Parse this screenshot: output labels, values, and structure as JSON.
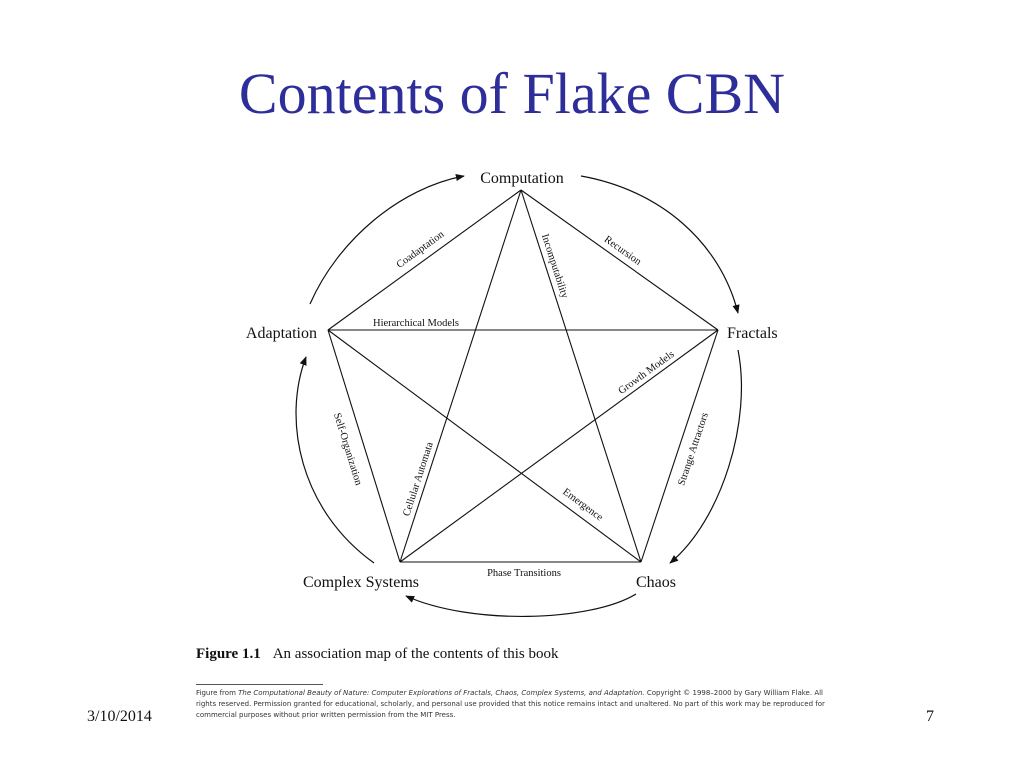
{
  "slide": {
    "title": "Contents of Flake CBN",
    "date": "3/10/2014",
    "page_number": "7"
  },
  "diagram": {
    "nodes": {
      "computation": "Computation",
      "fractals": "Fractals",
      "chaos": "Chaos",
      "complex_systems": "Complex Systems",
      "adaptation": "Adaptation"
    },
    "edges": {
      "recursion": "Recursion",
      "strange_attractors": "Strange Attractors",
      "phase_transitions": "Phase Transitions",
      "self_organization": "Self-Organization",
      "coadaptation": "Coadaptation",
      "incomputability": "Incomputability",
      "growth_models": "Growth Models",
      "emergence": "Emergence",
      "cellular_automata": "Cellular Automata",
      "hierarchical_models": "Hierarchical Models"
    }
  },
  "figure": {
    "label": "Figure 1.1",
    "caption": "An association map of the contents of this book",
    "footnote_prefix": "Figure from ",
    "footnote_book": "The Computational Beauty of Nature: Computer Explorations of Fractals, Chaos, Complex Systems, and Adaptation.",
    "footnote_rest": " Copyright © 1998–2000 by Gary William Flake. All rights reserved. Permission granted for educational, scholarly, and personal use provided that this notice remains intact and unaltered. No part of this work may be reproduced for commercial purposes without prior written permission from the MIT Press."
  }
}
